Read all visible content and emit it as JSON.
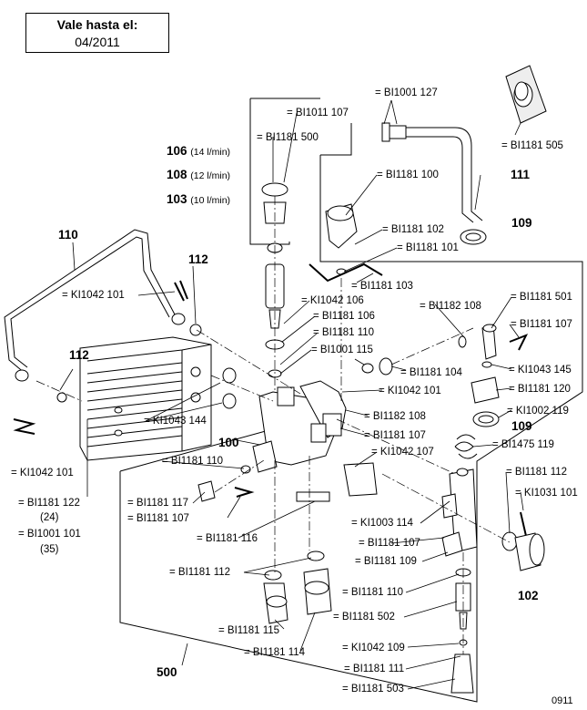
{
  "validity": {
    "title": "Vale hasta el:",
    "date": "04/2011"
  },
  "drawing_code": "0911",
  "assemblies": [
    {
      "id": "110"
    },
    {
      "id": "112a",
      "num": "112"
    },
    {
      "id": "112b",
      "num": "112"
    },
    {
      "id": "100"
    },
    {
      "id": "500"
    },
    {
      "id": "102"
    },
    {
      "id": "111"
    },
    {
      "id": "109a",
      "num": "109"
    },
    {
      "id": "109b",
      "num": "109"
    }
  ],
  "flow_variants": [
    {
      "num": "106",
      "spec": "(14 l/min)"
    },
    {
      "num": "108",
      "spec": "(12 l/min)"
    },
    {
      "num": "103",
      "spec": "(10 l/min)"
    }
  ],
  "part_codes": {
    "p1": "= BI1001 127",
    "p2": "= BI1181 505",
    "p3": "= BI1011 107",
    "p4": "= BI1181 500",
    "p5": "= BI1181 100",
    "p6": "= BI1181 102",
    "p7": "= BI1181 101",
    "p8": "= BI1181 103",
    "p9": "= KI1042 101",
    "p10": "= KI1042 106",
    "p11": "= BI1181 106",
    "p12": "= BI1181 110",
    "p13": "= BI1001 115",
    "p14": "= BI1182 108",
    "p15": "= BI1181 501",
    "p16": "= BI1181 107",
    "p17": "= BI1181 104",
    "p18": "= KI1043 145",
    "p19": "= BI1181 120",
    "p20": "= KI1042 101",
    "p21": "= KI1002 119",
    "p22": "= KI1043 144",
    "p23": "= BI1182 108",
    "p24": "= BI1181 107",
    "p25": "= BI1475 119",
    "p26": "= KI1042 107",
    "p27": "= BI1181 110",
    "p28": "= BI1181 112",
    "p29": "= KI1031 101",
    "p30": "= KI1042 101",
    "p31": "= BI1181 117",
    "p32": "= BI1181 107",
    "p33": "= BI1181 122",
    "p33b": "(24)",
    "p34": "= BI1001 101",
    "p34b": "(35)",
    "p35": "= BI1181 116",
    "p36": "= KI1003 114",
    "p37": "= BI1181 107",
    "p38": "= BI1181 109",
    "p39": "= BI1181 112",
    "p40": "= BI1181 110",
    "p41": "= BI1181 502",
    "p42": "= BI1181 115",
    "p43": "= BI1181 114",
    "p44": "= KI1042 109",
    "p45": "= BI1181 111",
    "p46": "= BI1181 503"
  },
  "colors": {
    "line": "#000000",
    "background": "#ffffff",
    "part_fill": "#ffffff",
    "shade": "#d9d9d9"
  }
}
